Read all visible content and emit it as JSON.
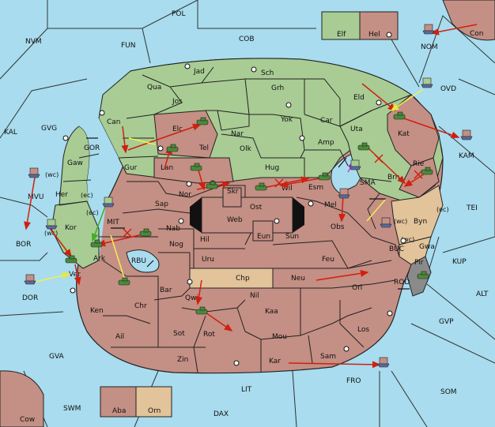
{
  "colors": {
    "sea": "#a8dcee",
    "land_green": "#a8cc94",
    "land_red": "#c48f84",
    "land_tan": "#e2c39a",
    "land_gray": "#8a8a8a",
    "border": "#222222",
    "order_red": "#d02010",
    "order_yellow": "#f0f050",
    "order_green": "#40b020",
    "order_magenta": "#c040d0",
    "army_green": "#4a8a3a",
    "fleet_blue": "#5a6aa0"
  },
  "legend": {
    "elf": "Elf",
    "hel": "Hel",
    "aba": "Aba",
    "orn": "Orn"
  },
  "seas": {
    "pol": "POL",
    "nvm": "NVM",
    "fun": "FUN",
    "cob": "COB",
    "nom": "NOM",
    "con": "Con",
    "ovd": "OVD",
    "kal": "KAL",
    "gvg": "GVG",
    "gor": "GOR",
    "mvu": "MVU",
    "kam": "KAM",
    "sma": "SMA",
    "mit": "MIT",
    "tei": "TEI",
    "bor": "BOR",
    "rbu": "RBU",
    "buc": "BUC",
    "kup": "KUP",
    "dor": "DOR",
    "rod": "ROD",
    "alt": "ALT",
    "gvp": "GVP",
    "gva": "GVA",
    "fro": "FRO",
    "som": "SOM",
    "lit": "LIT",
    "swm": "SWM",
    "dax": "DAX",
    "cow": "Cow"
  },
  "provinces": {
    "jad": "Jad",
    "sch": "Sch",
    "qua": "Qua",
    "jos": "Jos",
    "grh": "Grh",
    "eld": "Eld",
    "can": "Can",
    "elc": "Elc",
    "nar": "Nar",
    "yok": "Yok",
    "car": "Car",
    "uta": "Uta",
    "kat": "Kat",
    "tel": "Tel",
    "olk": "Olk",
    "amp": "Amp",
    "gaw": "Gaw",
    "gur": "Gur",
    "lan": "Lan",
    "hug": "Hug",
    "brn": "Brn",
    "rie": "Rie",
    "her": "Her",
    "nor": "Nor",
    "skr": "Skr",
    "wil": "Wil",
    "esm": "Esm",
    "sap": "Sap",
    "web": "Web",
    "ost": "Ost",
    "mel": "Mel",
    "byn": "Byn",
    "kor": "Kor",
    "nab": "Nab",
    "obs": "Obs",
    "eun": "Eun",
    "hil": "Hil",
    "sun": "Sun",
    "gwa": "Gwa",
    "ark": "Ark",
    "nog": "Nog",
    "uru": "Uru",
    "feu": "Feu",
    "pir": "Pir",
    "chp": "Chp",
    "ver": "Ver",
    "bar": "Bar",
    "neu": "Neu",
    "orl": "Orl",
    "nil": "Nil",
    "qwi": "Qwi",
    "ken": "Ken",
    "chr": "Chr",
    "kaa": "Kaa",
    "ail": "Ail",
    "sot": "Sot",
    "rot": "Rot",
    "los": "Los",
    "mou": "Mou",
    "zin": "Zin",
    "kar": "Kar",
    "sam": "Sam"
  },
  "coast_tags": {
    "can_wc": "(wc)",
    "her_ec": "(ec)",
    "kor_wc": "(wc)",
    "ark_ec": "(ec)",
    "byn_wc": "(wc)",
    "byn_ec": "(ec)",
    "gwa_wc": "(wc)"
  }
}
